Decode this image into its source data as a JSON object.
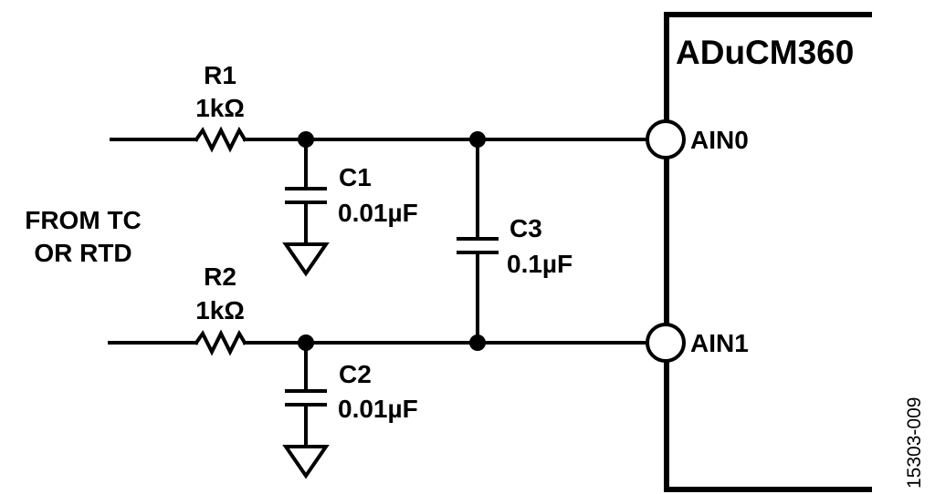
{
  "chip": {
    "name": "ADuCM360",
    "pin0": "AIN0",
    "pin1": "AIN1"
  },
  "source": {
    "line1": "FROM TC",
    "line2": "OR RTD"
  },
  "resistors": [
    {
      "ref": "R1",
      "value": "1kΩ"
    },
    {
      "ref": "R2",
      "value": "1kΩ"
    }
  ],
  "capacitors": [
    {
      "ref": "C1",
      "value": "0.01µF"
    },
    {
      "ref": "C2",
      "value": "0.01µF"
    },
    {
      "ref": "C3",
      "value": "0.1µF"
    }
  ],
  "figure_id": "15303-009"
}
